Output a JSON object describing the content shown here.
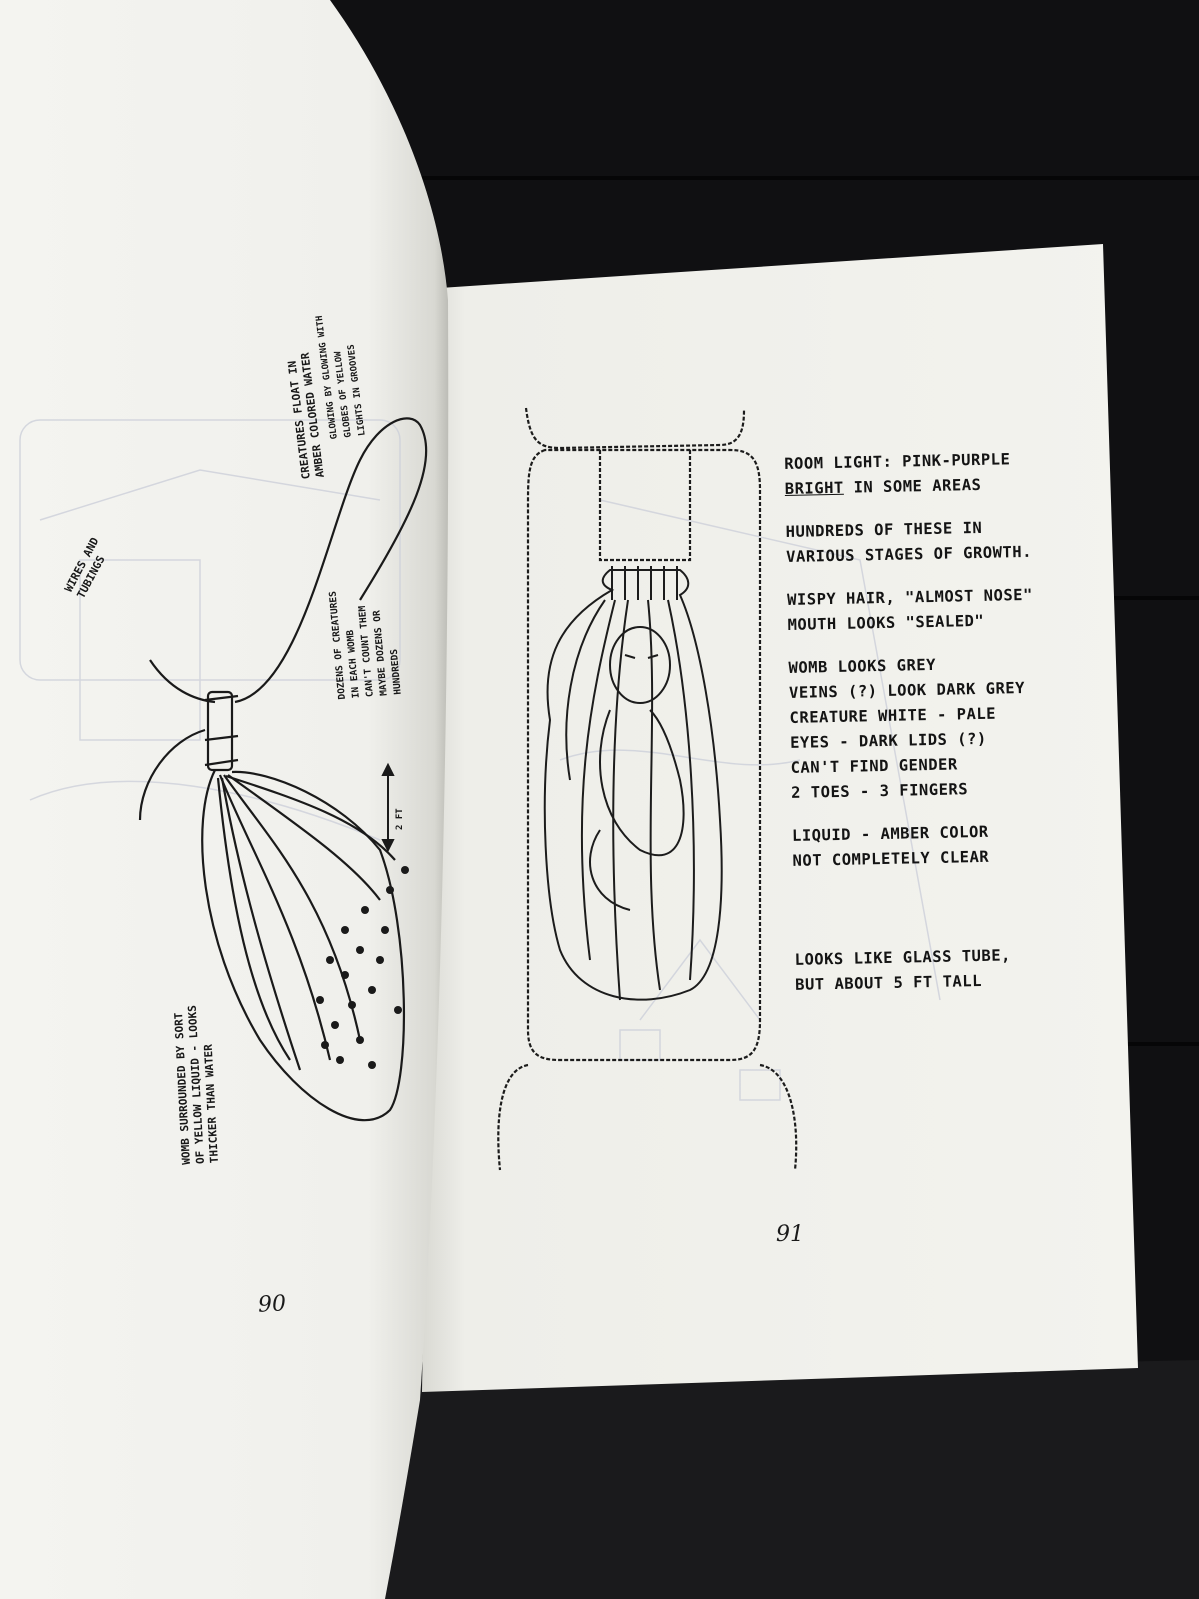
{
  "left_page": {
    "page_number": "90",
    "note_float": [
      "CREATURES FLOAT IN",
      "AMBER COLORED WATER"
    ],
    "note_glowing": [
      "GLOWING BY GLOWING WITH",
      "GLOBES OF YELLOW",
      "LIGHTS IN GROOVES"
    ],
    "note_wiring": [
      "WIRES AND",
      "TUBINGS"
    ],
    "note_dozens": [
      "DOZENS OF CREATURES",
      "IN EACH WOMB",
      "CAN'T COUNT THEM",
      "MAYBE DOZENS OR",
      "HUNDREDS"
    ],
    "note_size": "2 FT",
    "note_womb": [
      "WOMB SURROUNDED BY SORT",
      "OF YELLOW LIQUID - LOOKS",
      "THICKER THAN WATER"
    ]
  },
  "right_page": {
    "page_number": "91",
    "notes": [
      "ROOM LIGHT: PINK-PURPLE",
      "BRIGHT IN SOME AREAS",
      "",
      "HUNDREDS OF THESE IN",
      "VARIOUS STAGES OF GROWTH.",
      "",
      "WISPY HAIR, \"ALMOST NOSE\"",
      "MOUTH LOOKS \"SEALED\"",
      "",
      "WOMB LOOKS GREY",
      "VEINS (?) LOOK DARK GREY",
      "CREATURE WHITE - PALE",
      "EYES - DARK LIDS (?)",
      "CAN'T FIND GENDER",
      "2 TOES - 3 FINGERS",
      "",
      "LIQUID - AMBER COLOR",
      "NOT COMPLETELY CLEAR",
      "",
      "LOOKS LIKE GLASS TUBE,",
      "BUT ABOUT 5 FT TALL"
    ],
    "underlined_word": "BRIGHT"
  },
  "colors": {
    "table": "#101012",
    "paper_left": "#f3f3ef",
    "paper_right": "#f1f1ec",
    "ink": "#161616",
    "show_through": "#c9ccd6"
  }
}
